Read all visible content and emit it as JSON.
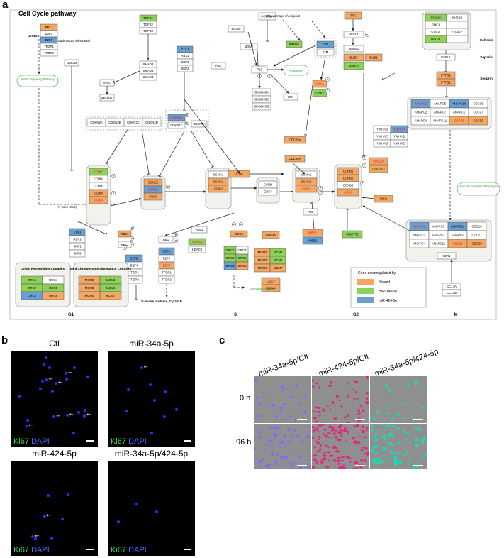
{
  "panel_a": {
    "letter": "a",
    "title": "Cell Cycle pathway",
    "phases": [
      "G1",
      "S",
      "G2",
      "M"
    ],
    "colors": {
      "shared": "#f3a765",
      "mir34": "#8ed05a",
      "mir424": "#6a9fd1",
      "plain": "#ffffff",
      "text_red": "#e02020",
      "text_green": "#2e9e2e"
    },
    "labels": {
      "growth_factor": "Growth Factor",
      "gf_withdrawal": "Growth Factor withdrawal",
      "mapk": "MAPK Signaling Pathway",
      "dna_damage": "DNA damage checkpoint",
      "apoptosis": "Apoptosis",
      "rpoint": "R-point (start)",
      "ubiq": "Ubiquitin-mediated Proteolysis",
      "sphase": "S-phase proteins, Cyclin E",
      "dna_bio": "DNA Biosynthesis",
      "orc_title": "Origin Recognition Complex",
      "mcm_title": "Mini Chromosome aintenance Complex",
      "cohesin": "Cohesin",
      "separin": "Separin",
      "securin": "Securin",
      "legend_title": "Gene downregulated by:",
      "legend_shared": "Shared",
      "legend_34": "miR-34a-5p",
      "legend_424": "miR-424-5p"
    }
  },
  "panel_b": {
    "letter": "b",
    "images": [
      {
        "title": "Ctl",
        "legend_k": "Ki67",
        "legend_d": "DAPI"
      },
      {
        "title": "miR-34a-5p",
        "legend_k": "Ki67",
        "legend_d": "DAPI"
      },
      {
        "title": "miR-424-5p",
        "legend_k": "Ki67",
        "legend_d": "DAPI"
      },
      {
        "title": "miR-34a-5p/424-5p",
        "legend_k": "Ki67",
        "legend_d": "DAPI"
      }
    ]
  },
  "panel_c": {
    "letter": "c",
    "columns": [
      "miR-34a-5p/Ctl",
      "miR-424-5p/Ctl",
      "miR-34a-5p/424-5p"
    ],
    "rows": [
      "0 h",
      "96 h"
    ],
    "colors": [
      "#7b6cff",
      "#e4267f",
      "#1ed8b4"
    ]
  }
}
